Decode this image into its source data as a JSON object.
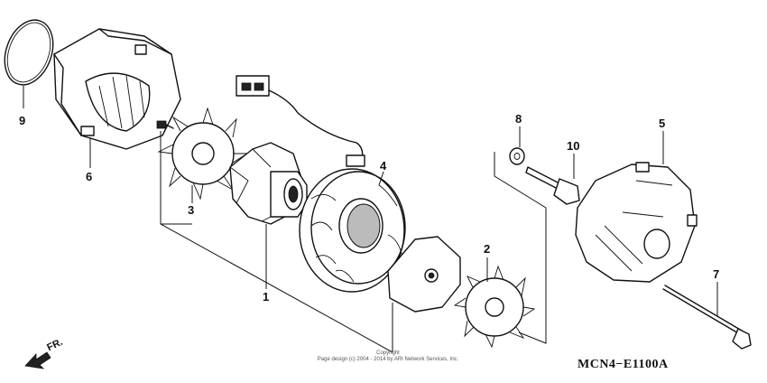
{
  "diagram": {
    "callouts": [
      "1",
      "2",
      "3",
      "4",
      "5",
      "6",
      "7",
      "8",
      "9",
      "10"
    ],
    "drawing_code": "MCN4−E1100A",
    "direction_label": "FR.",
    "copyright_line1": "Copyright",
    "copyright_line2": "Page design (c) 2004 - 2014 by ARI Network Services, Inc."
  }
}
